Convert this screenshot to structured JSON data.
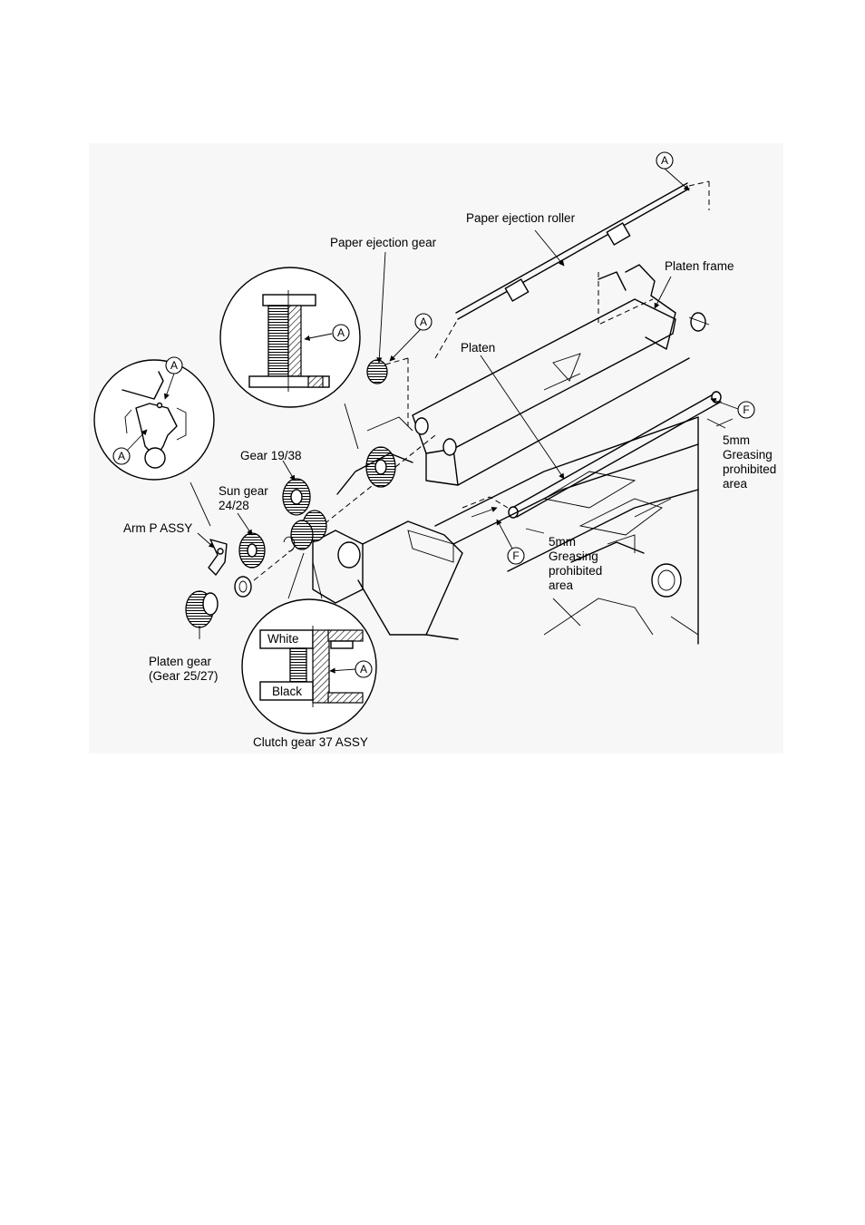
{
  "labels": {
    "paper_ejection_roller": "Paper ejection roller",
    "paper_ejection_gear": "Paper ejection gear",
    "platen_frame": "Platen frame",
    "platen": "Platen",
    "gear_19_38": "Gear 19/38",
    "sun_gear_line1": "Sun gear",
    "sun_gear_line2": "24/28",
    "arm_p_assy": "Arm P ASSY",
    "platen_gear_line1": "Platen gear",
    "platen_gear_line2": "(Gear 25/27)",
    "clutch_gear": "Clutch gear 37 ASSY",
    "white": "White",
    "black": "Black",
    "greasing_right": [
      "5mm",
      "Greasing",
      "prohibited",
      "area"
    ],
    "greasing_center": [
      "5mm",
      "Greasing",
      "prohibited",
      "area"
    ]
  },
  "callouts": {
    "a": "A",
    "f": "F"
  }
}
